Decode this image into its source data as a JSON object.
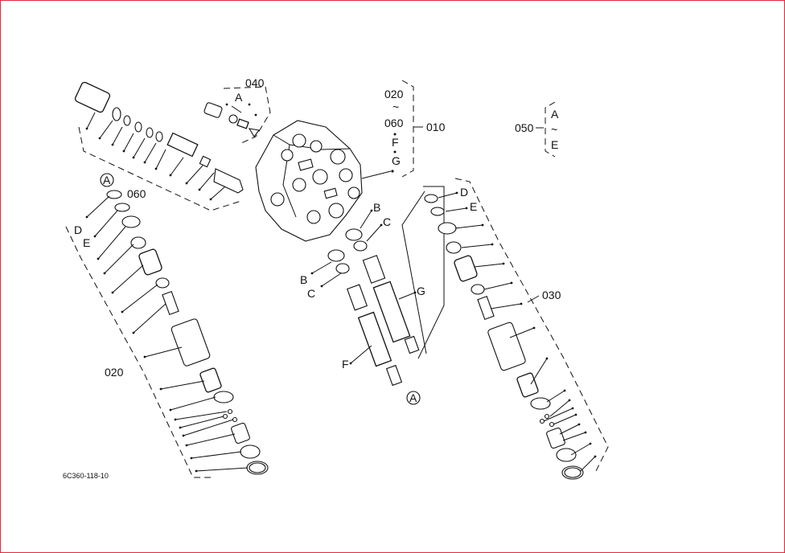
{
  "labels": {
    "l040": "040",
    "lA_top": "A",
    "l020_top": "020",
    "ltilde_top": "~",
    "l060_mid": "060",
    "lF_mid": "F",
    "lG_mid": "G",
    "l010": "010",
    "l050": "050",
    "l050_A": "A",
    "l050_tilde": "~",
    "l050_E": "E",
    "l060_left": "060",
    "circA_left": "A",
    "lD_left": "D",
    "lE_left": "E",
    "l020_left": "020",
    "lB_right": "B",
    "lC_right": "C",
    "lB_left": "B",
    "lC_left": "C",
    "lG_spool": "G",
    "lF_spool": "F",
    "circA_bottom": "A",
    "lD_right": "D",
    "lE_right": "E",
    "l030": "030",
    "drawing_no": "6C360-118-10"
  },
  "colors": {
    "border": "#e0283a",
    "ink": "#111111"
  }
}
